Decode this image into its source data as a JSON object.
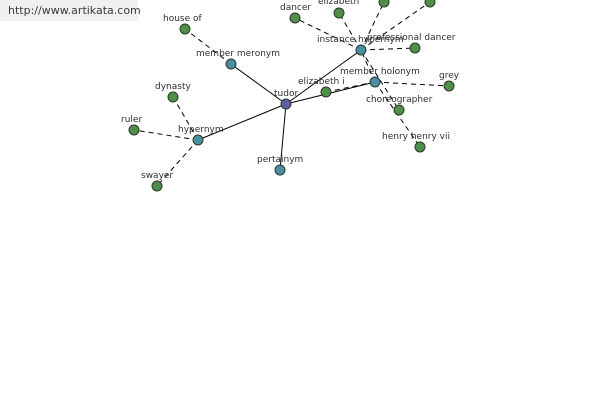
{
  "site": {
    "url_text": "http://www.artikata.com"
  },
  "colors": {
    "center": "#5a5fa8",
    "relation": "#4a8fa0",
    "leaf": "#4f8f4a"
  },
  "graph": {
    "nodes": [
      {
        "id": "tudor",
        "label": "tudor",
        "kind": "center"
      },
      {
        "id": "member-meronym",
        "label": "member meronym",
        "kind": "relation"
      },
      {
        "id": "house-of",
        "label": "house of",
        "kind": "leaf"
      },
      {
        "id": "hypernym",
        "label": "hypernym",
        "kind": "relation"
      },
      {
        "id": "dynasty",
        "label": "dynasty",
        "kind": "leaf"
      },
      {
        "id": "ruler",
        "label": "ruler",
        "kind": "leaf"
      },
      {
        "id": "swayer",
        "label": "swayer",
        "kind": "leaf"
      },
      {
        "id": "pertainym",
        "label": "pertainym",
        "kind": "relation"
      },
      {
        "id": "instance-hypernym",
        "label": "instance hypernym",
        "kind": "relation"
      },
      {
        "id": "dancer",
        "label": "dancer",
        "kind": "leaf"
      },
      {
        "id": "elizabeth",
        "label": "elizabeth",
        "kind": "leaf"
      },
      {
        "id": "top-a",
        "label": "",
        "kind": "leaf"
      },
      {
        "id": "top-b",
        "label": "",
        "kind": "leaf"
      },
      {
        "id": "professional-dancer",
        "label": "professional dancer",
        "kind": "leaf"
      },
      {
        "id": "member-holonym",
        "label": "member holonym",
        "kind": "relation"
      },
      {
        "id": "elizabeth-i",
        "label": "elizabeth i",
        "kind": "leaf"
      },
      {
        "id": "grey",
        "label": "grey",
        "kind": "leaf"
      },
      {
        "id": "choreographer",
        "label": "choreographer",
        "kind": "leaf"
      },
      {
        "id": "henry-vii",
        "label": "henry henry vii",
        "kind": "leaf"
      }
    ],
    "edges": [
      {
        "from": "tudor",
        "to": "member-meronym",
        "style": "solid"
      },
      {
        "from": "member-meronym",
        "to": "house-of",
        "style": "dashed"
      },
      {
        "from": "tudor",
        "to": "hypernym",
        "style": "solid"
      },
      {
        "from": "hypernym",
        "to": "dynasty",
        "style": "dashed"
      },
      {
        "from": "hypernym",
        "to": "ruler",
        "style": "dashed"
      },
      {
        "from": "hypernym",
        "to": "swayer",
        "style": "dashed"
      },
      {
        "from": "tudor",
        "to": "pertainym",
        "style": "solid"
      },
      {
        "from": "tudor",
        "to": "instance-hypernym",
        "style": "solid"
      },
      {
        "from": "instance-hypernym",
        "to": "dancer",
        "style": "dashed"
      },
      {
        "from": "instance-hypernym",
        "to": "elizabeth",
        "style": "dashed"
      },
      {
        "from": "instance-hypernym",
        "to": "top-a",
        "style": "dashed"
      },
      {
        "from": "instance-hypernym",
        "to": "top-b",
        "style": "dashed"
      },
      {
        "from": "instance-hypernym",
        "to": "professional-dancer",
        "style": "dashed"
      },
      {
        "from": "instance-hypernym",
        "to": "choreographer",
        "style": "dashed"
      },
      {
        "from": "tudor",
        "to": "member-holonym",
        "style": "solid"
      },
      {
        "from": "member-holonym",
        "to": "elizabeth-i",
        "style": "dashed"
      },
      {
        "from": "member-holonym",
        "to": "grey",
        "style": "dashed"
      },
      {
        "from": "member-holonym",
        "to": "henry-vii",
        "style": "dashed"
      },
      {
        "from": "member-holonym",
        "to": "instance-hypernym",
        "style": "dashed"
      }
    ]
  }
}
